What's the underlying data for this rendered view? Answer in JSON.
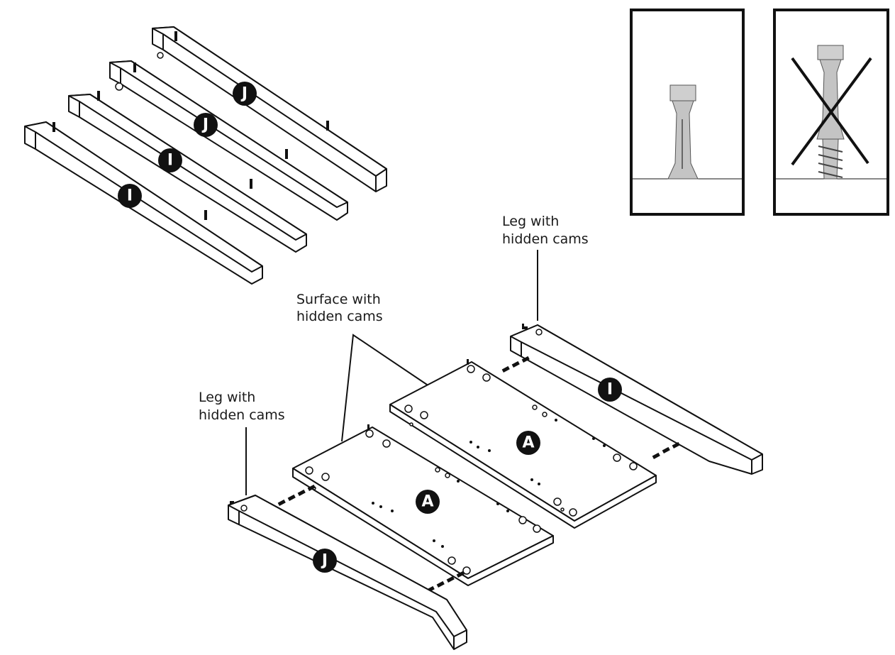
{
  "labels": {
    "leg_top_line1": "Leg with",
    "leg_top_line2": "hidden cams",
    "surface_line1": "Surface with",
    "surface_line2": "hidden cams",
    "leg_left_line1": "Leg with",
    "leg_left_line2": "hidden cams"
  },
  "badges": {
    "rail_1": "J",
    "rail_2": "J",
    "rail_3": "I",
    "rail_4": "I",
    "panel_back": "A",
    "panel_front": "A",
    "leg_right": "I",
    "leg_left": "J"
  },
  "inset_panels": [
    {
      "state": "correct"
    },
    {
      "state": "incorrect"
    }
  ]
}
